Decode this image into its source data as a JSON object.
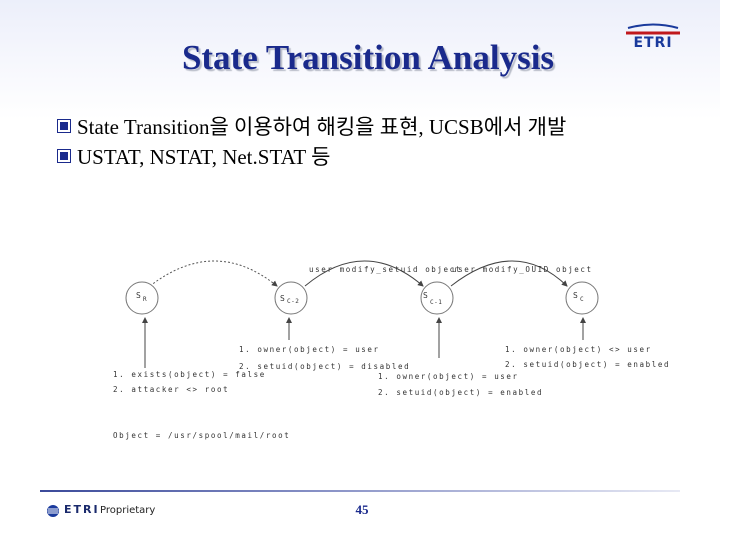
{
  "slide": {
    "title": "State Transition Analysis",
    "page_number": "45",
    "accent_color": "#1a2a8c"
  },
  "logo": {
    "name": "ETRI",
    "icon": "etri-logo-icon"
  },
  "bullets": [
    {
      "text": "State Transition을 이용하여 해킹을 표현, UCSB에서 개발"
    },
    {
      "text": "USTAT, NSTAT, Net.STAT 등"
    }
  ],
  "diagram": {
    "states": [
      {
        "name": "S",
        "sub": "R"
      },
      {
        "name": "S",
        "sub": "C-2"
      },
      {
        "name": "S",
        "sub": "C-1"
      },
      {
        "name": "S",
        "sub": "C"
      }
    ],
    "actions": [
      "user modify_setuid object",
      "user modify_OUID object"
    ],
    "assertions": {
      "sr": [
        "1. exists(object) = false",
        "2. attacker <> root"
      ],
      "sc2": [
        "1. owner(object) = user",
        "2. setuid(object) = disabled"
      ],
      "sc1": [
        "1. owner(object) = user",
        "2. setuid(object) = enabled"
      ],
      "sc": [
        "1. owner(object) <> user",
        "2. setuid(object) = enabled"
      ]
    },
    "object_note": "Object = /usr/spool/mail/root"
  },
  "footer": {
    "brand": "ETRI",
    "label": "Proprietary"
  }
}
